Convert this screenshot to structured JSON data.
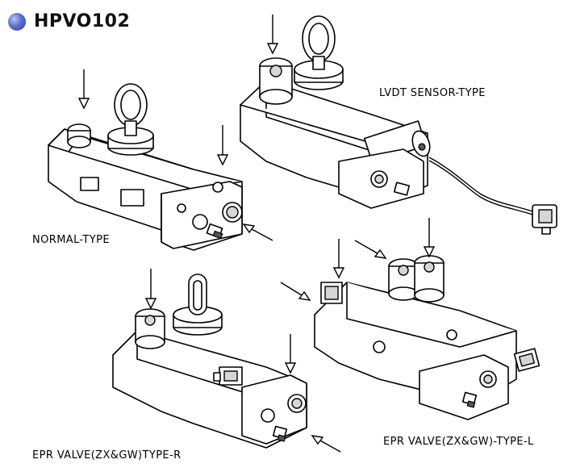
{
  "header": {
    "title": "HPVO102"
  },
  "variants": [
    {
      "label": "NORMAL-TYPE"
    },
    {
      "label": "LVDT SENSOR-TYPE"
    },
    {
      "label": "EPR VALVE(ZX&GW)TYPE-R"
    },
    {
      "label": "EPR VALVE(ZX&GW)-TYPE-L"
    }
  ]
}
